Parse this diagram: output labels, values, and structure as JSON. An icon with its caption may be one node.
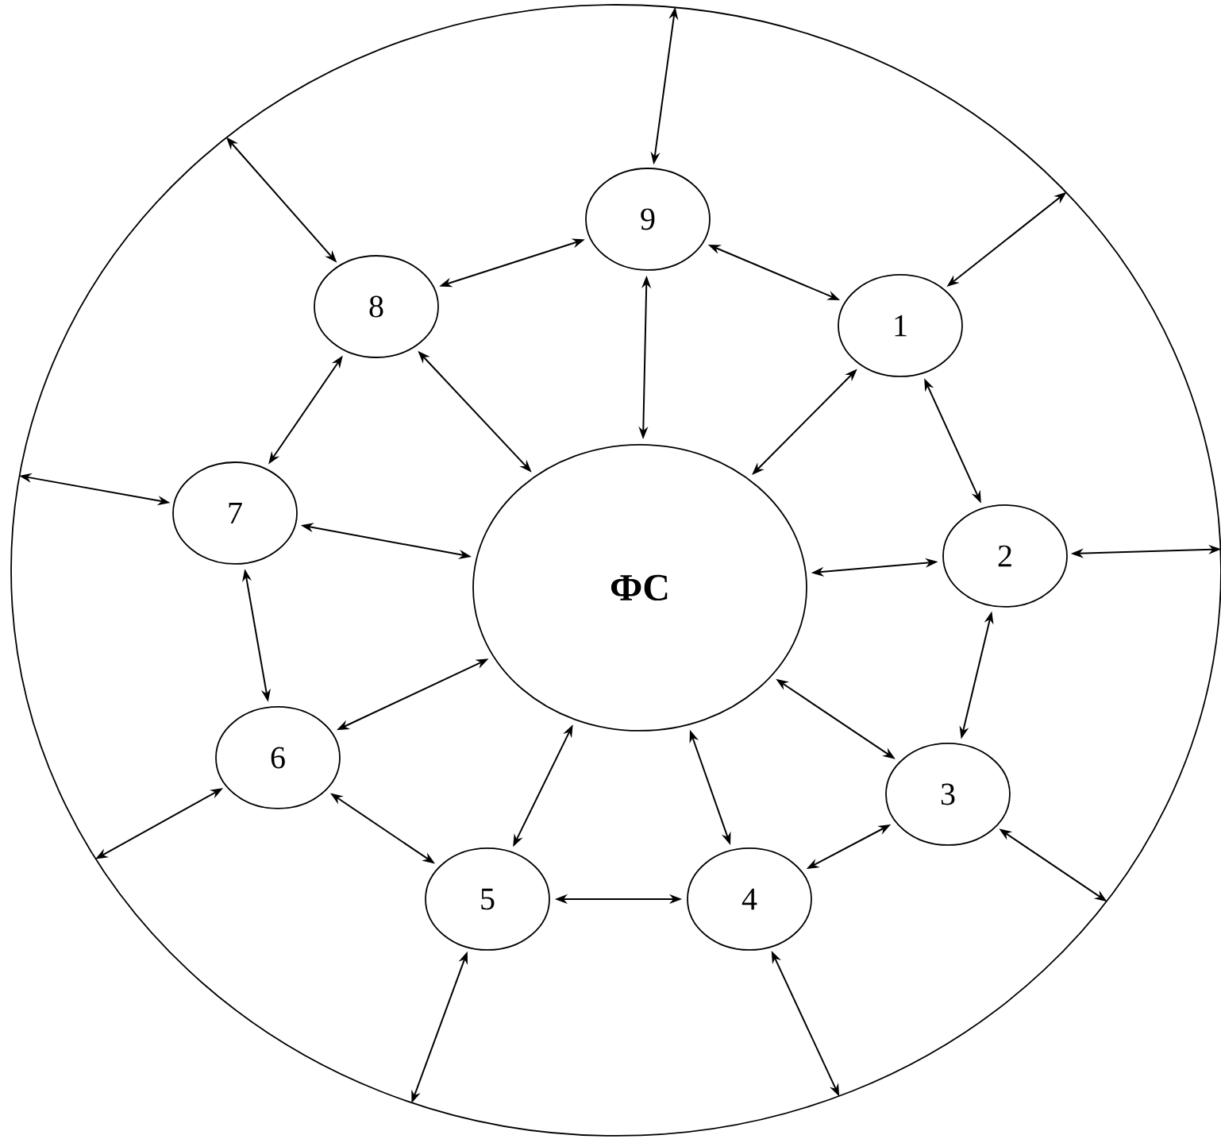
{
  "diagram": {
    "nodes": [
      {
        "text": [],
        "shape": "circle"
      },
      {
        "text": [
          "ФС"
        ],
        "in": 0
      },
      {
        "text": [
          "1"
        ],
        "in": 0
      },
      {
        "text": [
          "2"
        ],
        "in": 0
      },
      {
        "text": [
          "3"
        ],
        "in": 0
      },
      {
        "text": [
          "4"
        ],
        "in": 0
      },
      {
        "text": [
          "5"
        ],
        "in": 0
      },
      {
        "text": [
          "6"
        ],
        "in": 0
      },
      {
        "text": [
          "7"
        ],
        "in": 0
      },
      {
        "text": [
          "8"
        ],
        "in": 0
      },
      {
        "text": [
          "9"
        ],
        "in": 0
      }
    ],
    "edges": [
      {
        "from": 10,
        "to": 2,
        "arrow": "both"
      },
      {
        "from": 2,
        "to": 3,
        "arrow": "both"
      },
      {
        "from": 3,
        "to": 4,
        "arrow": "both"
      },
      {
        "from": 4,
        "to": 5,
        "arrow": "both"
      },
      {
        "from": 5,
        "to": 6,
        "arrow": "both"
      },
      {
        "from": 6,
        "to": 7,
        "arrow": "both"
      },
      {
        "from": 7,
        "to": 8,
        "arrow": "both"
      },
      {
        "from": 8,
        "to": 9,
        "arrow": "both"
      },
      {
        "from": 9,
        "to": 10,
        "arrow": "both"
      },
      {
        "from": 2,
        "to": 1,
        "arrow": "both"
      },
      {
        "from": 3,
        "to": 1,
        "arrow": "both"
      },
      {
        "from": 4,
        "to": 1,
        "arrow": "both"
      },
      {
        "from": 5,
        "to": 1,
        "arrow": "both"
      },
      {
        "from": 6,
        "to": 1,
        "arrow": "both"
      },
      {
        "from": 7,
        "to": 1,
        "arrow": "both"
      },
      {
        "from": 8,
        "to": 1,
        "arrow": "both"
      },
      {
        "from": 9,
        "to": 1,
        "arrow": "both"
      },
      {
        "from": 10,
        "to": 1,
        "arrow": "both"
      },
      {
        "from": 2,
        "to": 0,
        "arrow": "both"
      },
      {
        "from": 3,
        "to": 0,
        "arrow": "both"
      },
      {
        "from": 4,
        "to": 0,
        "arrow": "both"
      },
      {
        "from": 5,
        "to": 0,
        "arrow": "both"
      },
      {
        "from": 6,
        "to": 0,
        "arrow": "both"
      },
      {
        "from": 7,
        "to": 0,
        "arrow": "both"
      },
      {
        "from": 8,
        "to": 0,
        "arrow": "both"
      },
      {
        "from": 9,
        "to": 0,
        "arrow": "both"
      },
      {
        "from": 10,
        "to": 0,
        "arrow": "both"
      }
    ]
  }
}
